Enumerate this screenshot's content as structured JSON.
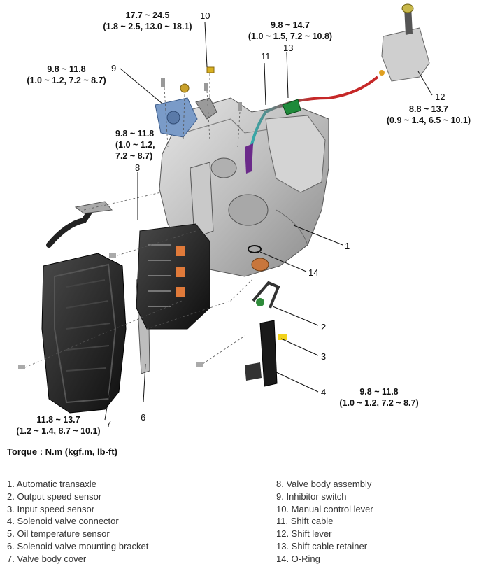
{
  "callouts": {
    "c1": "1",
    "c2": "2",
    "c3": "3",
    "c4": "4",
    "c6": "6",
    "c7": "7",
    "c8": "8",
    "c9": "9",
    "c10": "10",
    "c11": "11",
    "c12": "12",
    "c13": "13",
    "c14": "14"
  },
  "torque_specs": {
    "lever10": [
      "17.7 ~ 24.5",
      "(1.8 ~ 2.5, 13.0 ~ 18.1)"
    ],
    "retainer13": [
      "9.8 ~ 14.7",
      "(1.0 ~ 1.5, 7.2 ~ 10.8)"
    ],
    "switch9": [
      "9.8 ~ 11.8",
      "(1.0 ~ 1.2, 7.2 ~ 8.7)"
    ],
    "shiftlever12": [
      "8.8 ~ 13.7",
      "(0.9 ~ 1.4, 6.5 ~ 10.1)"
    ],
    "valvebody8": [
      "9.8 ~ 11.8",
      "(1.0 ~ 1.2,",
      "7.2 ~ 8.7)"
    ],
    "connector4": [
      "9.8 ~ 11.8",
      "(1.0 ~ 1.2, 7.2 ~ 8.7)"
    ],
    "cover7": [
      "11.8 ~ 13.7",
      "(1.2 ~ 1.4, 8.7 ~ 10.1)"
    ]
  },
  "torque_unit_note": "Torque : N.m (kgf.m, lb-ft)",
  "legend": {
    "left": [
      "1. Automatic transaxle",
      "2. Output speed sensor",
      "3. Input speed sensor",
      "4. Solenoid valve connector",
      "5. Oil temperature sensor",
      "6. Solenoid valve mounting bracket",
      "7. Valve body cover"
    ],
    "right": [
      "8. Valve body assembly",
      "9. Inhibitor switch",
      "10. Manual control lever",
      "11. Shift cable",
      "12. Shift lever",
      "13. Shift cable retainer",
      "14. O-Ring"
    ]
  }
}
